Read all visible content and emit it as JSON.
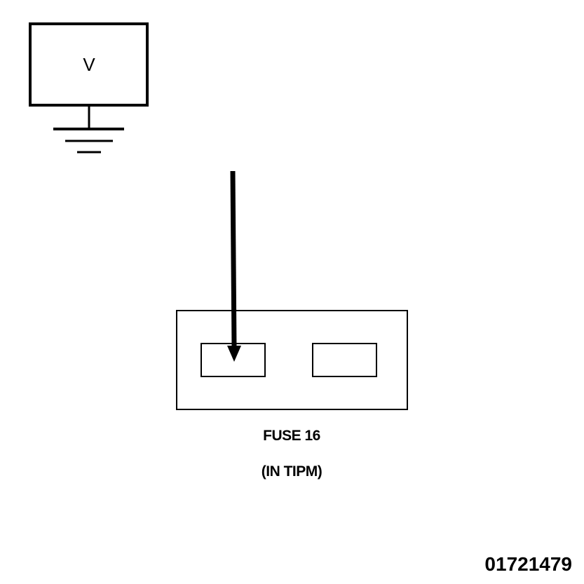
{
  "meter": {
    "label": "V"
  },
  "fuse": {
    "name": "FUSE 16",
    "location": "(IN TIPM)"
  },
  "figure_id": "01721479",
  "colors": {
    "ink": "#000000",
    "background": "#ffffff"
  },
  "icons": {
    "ground": "ground-symbol-icon",
    "probe": "probe-arrow-icon"
  }
}
